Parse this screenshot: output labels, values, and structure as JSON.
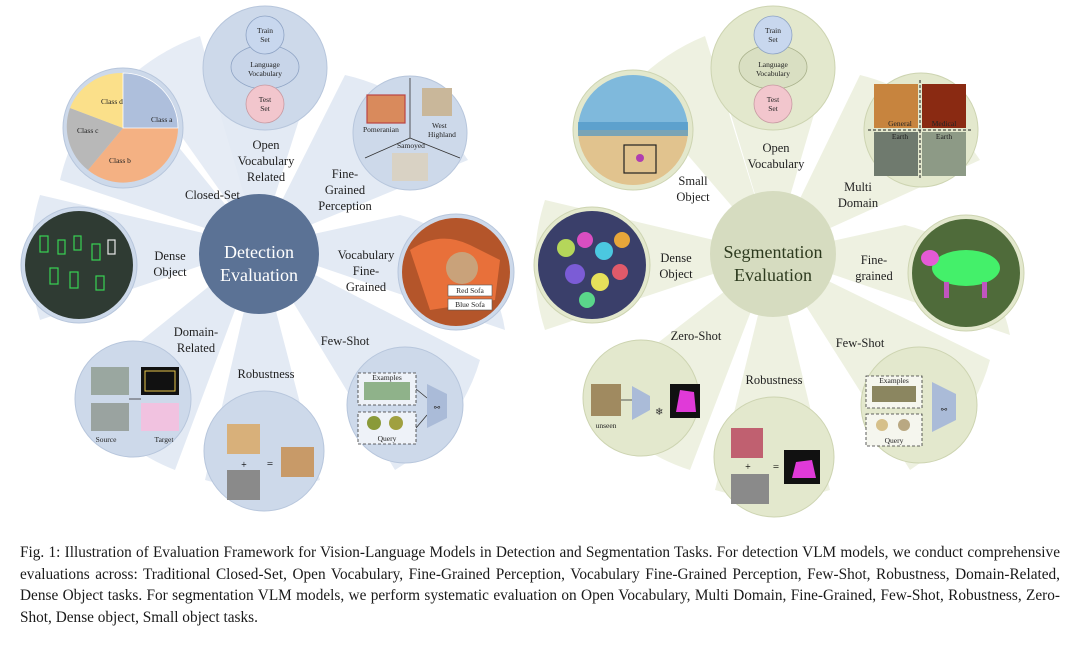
{
  "detection": {
    "hub_line1": "Detection",
    "hub_line2": "Evaluation",
    "closed_set": "Closed-Set",
    "open_vocab_l1": "Open",
    "open_vocab_l2": "Vocabulary",
    "open_vocab_l3": "Related",
    "fine_grained_l1": "Fine-",
    "fine_grained_l2": "Grained",
    "fine_grained_l3": "Perception",
    "vocab_fine_l1": "Vocabulary",
    "vocab_fine_l2": "Fine-",
    "vocab_fine_l3": "Grained",
    "few_shot": "Few-Shot",
    "robustness": "Robustness",
    "domain_l1": "Domain-",
    "domain_l2": "Related",
    "dense_l1": "Dense",
    "dense_l2": "Object",
    "pie_class_a": "Class a",
    "pie_class_b": "Class b",
    "pie_class_c": "Class c",
    "pie_class_d": "Class d",
    "train_set_l1": "Train",
    "train_set_l2": "Set",
    "lang_vocab_l1": "Language",
    "lang_vocab_l2": "Vocabulary",
    "test_set_l1": "Test",
    "test_set_l2": "Set",
    "dog_pomeranian": "Pomeranian",
    "dog_west_l1": "West",
    "dog_west_l2": "Highland",
    "dog_samoyed": "Samoyed",
    "sofa_red": "Red Sofa",
    "sofa_blue": "Blue Sofa",
    "examples": "Examples",
    "query": "Query",
    "source": "Source",
    "target": "Target",
    "plus": "+",
    "equals": "="
  },
  "segmentation": {
    "hub_line1": "Segmentation",
    "hub_line2": "Evaluation",
    "small_l1": "Small",
    "small_l2": "Object",
    "open_vocab_l1": "Open",
    "open_vocab_l2": "Vocabulary",
    "multi_l1": "Multi",
    "multi_l2": "Domain",
    "fine_l1": "Fine-",
    "fine_l2": "grained",
    "few_shot": "Few-Shot",
    "robustness": "Robustness",
    "zero_shot": "Zero-Shot",
    "dense_l1": "Dense",
    "dense_l2": "Object",
    "train_set_l1": "Train",
    "train_set_l2": "Set",
    "lang_vocab_l1": "Language",
    "lang_vocab_l2": "Vocabulary",
    "test_set_l1": "Test",
    "test_set_l2": "Set",
    "dom_general_l1": "General",
    "dom_general_l2": "Earth",
    "dom_medical_l1": "Medical",
    "dom_medical_l2": "Earth",
    "examples": "Examples",
    "query": "Query",
    "unseen": "unseen",
    "plus": "+",
    "equals": "="
  },
  "caption": "Fig. 1: Illustration of Evaluation Framework for Vision-Language Models in Detection and Segmentation Tasks. For detection VLM models, we conduct comprehensive evaluations across: Traditional Closed-Set, Open Vocabulary, Fine-Grained Perception, Vocabulary Fine-Grained Perception, Few-Shot, Robustness, Domain-Related, Dense Object tasks. For segmentation VLM models, we perform systematic evaluation on Open Vocabulary, Multi Domain, Fine-Grained, Few-Shot, Robustness, Zero-Shot, Dense object, Small object tasks.",
  "colors": {
    "det_hub": "#5b7295",
    "det_petal": "#dde5f1",
    "det_circle": "#cdd9ea",
    "seg_hub": "#d6dcc0",
    "seg_petal": "#edf0df",
    "seg_circle": "#e3e8cd"
  }
}
